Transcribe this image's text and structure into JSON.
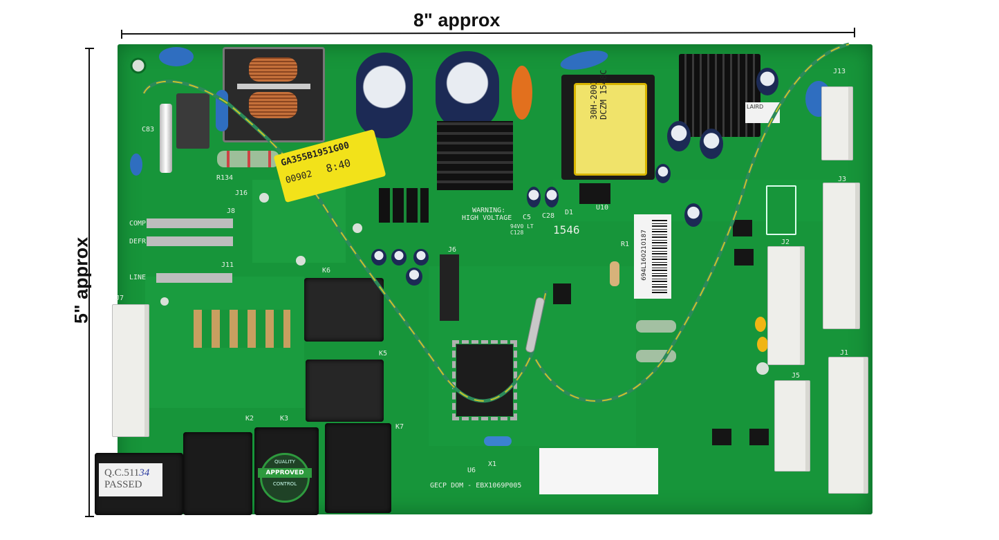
{
  "dimensions": {
    "width_label": "8\" approx",
    "height_label": "5\" approx"
  },
  "board": {
    "silkscreen": {
      "comp": "COMP",
      "defr": "DEFR",
      "line": "LINE",
      "j7": "J7",
      "j8": "J8",
      "j11": "J11",
      "j16": "J16",
      "j13": "J13",
      "j3": "J3",
      "j2": "J2",
      "j1": "J1",
      "j5": "J5",
      "k6": "K6",
      "k5": "K5",
      "k2": "K2",
      "k3": "K3",
      "k7": "K7",
      "warning_line1": "WARNING:",
      "warning_line2": "HIGH VOLTAGE",
      "ul_mark": "94V0 LT C128",
      "date_code": "1546",
      "part_number": "GECP DOM - EBX1069P005",
      "c5": "C5",
      "c28": "C28",
      "d1": "D1",
      "u10": "U10",
      "r1": "R1",
      "j6": "J6",
      "c83": "C83",
      "r134": "R134",
      "u6": "U6",
      "x1": "X1",
      "laird": "LAIRD"
    },
    "yellow_tag": {
      "line1": "GA355B1951G00",
      "line2": "00902",
      "time": "8:40"
    },
    "transformer_label": {
      "line1": "30H-2003",
      "line2": "DCZM 1548C"
    },
    "barcode_label": "694L160210187",
    "qc_sticker": {
      "line1": "Q.C.511",
      "line2": "PASSED",
      "handwritten": "34"
    },
    "quality_stamp": {
      "top": "QUALITY",
      "middle": "APPROVED",
      "bottom": "CONTROL"
    }
  },
  "colors": {
    "pcb_green": "#17953a",
    "wire_green": "#2c8a5a",
    "wire_yellow": "#c9c22a",
    "tag_yellow": "#f2e21a"
  }
}
